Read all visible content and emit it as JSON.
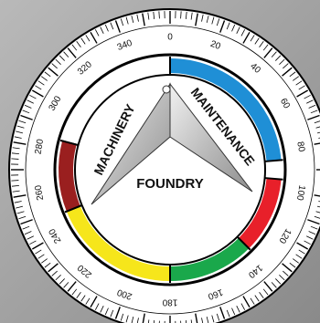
{
  "dial": {
    "degree_labels": [
      {
        "text": "0",
        "angle": 0
      },
      {
        "text": "20",
        "angle": 20
      },
      {
        "text": "40",
        "angle": 40
      },
      {
        "text": "60",
        "angle": 60
      },
      {
        "text": "80",
        "angle": 80
      },
      {
        "text": "100",
        "angle": 100
      },
      {
        "text": "120",
        "angle": 120
      },
      {
        "text": "140",
        "angle": 140
      },
      {
        "text": "160",
        "angle": 160
      },
      {
        "text": "180",
        "angle": 180
      },
      {
        "text": "200",
        "angle": 200
      },
      {
        "text": "220",
        "angle": 220
      },
      {
        "text": "240",
        "angle": 240
      },
      {
        "text": "260",
        "angle": 260
      },
      {
        "text": "280",
        "angle": 280
      },
      {
        "text": "300",
        "angle": 300
      },
      {
        "text": "320",
        "angle": 320
      },
      {
        "text": "340",
        "angle": 340
      }
    ],
    "tick_step_degrees": 2,
    "major_tick_every_degrees": 10
  },
  "ring_segments": [
    {
      "name": "white-segment",
      "color": "#ffffff",
      "from": 285,
      "to": 360
    },
    {
      "name": "blue-segment",
      "color": "#1f8fd6",
      "from": 0,
      "to": 85
    },
    {
      "name": "red-segment-right",
      "color": "#e8202a",
      "from": 95,
      "to": 135
    },
    {
      "name": "green-segment",
      "color": "#1aa84b",
      "from": 135,
      "to": 180
    },
    {
      "name": "yellow-segment",
      "color": "#f6e61b",
      "from": 180,
      "to": 248
    },
    {
      "name": "darkred-segment",
      "color": "#9a1f1f",
      "from": 248,
      "to": 285
    }
  ],
  "labels": {
    "left": "MACHINERY",
    "right": "MAINTENANCE",
    "center": "FOUNDRY"
  }
}
